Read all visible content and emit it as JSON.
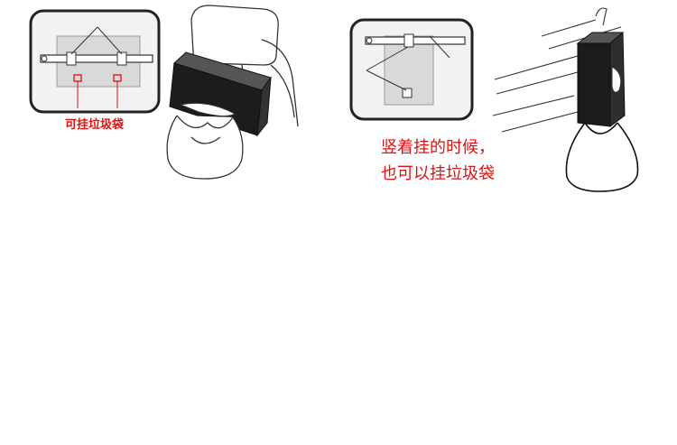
{
  "left_illustration": {
    "caption": "可挂垃圾袋"
  },
  "right_illustration": {
    "caption_line1": "竖着挂的时候，",
    "caption_line2": "也可以挂垃圾袋"
  },
  "colors": {
    "caption_red": "#e01010",
    "line_art": "#222222",
    "panel_gray": "#d9d9d9",
    "box_black": "#1c1c1c"
  }
}
